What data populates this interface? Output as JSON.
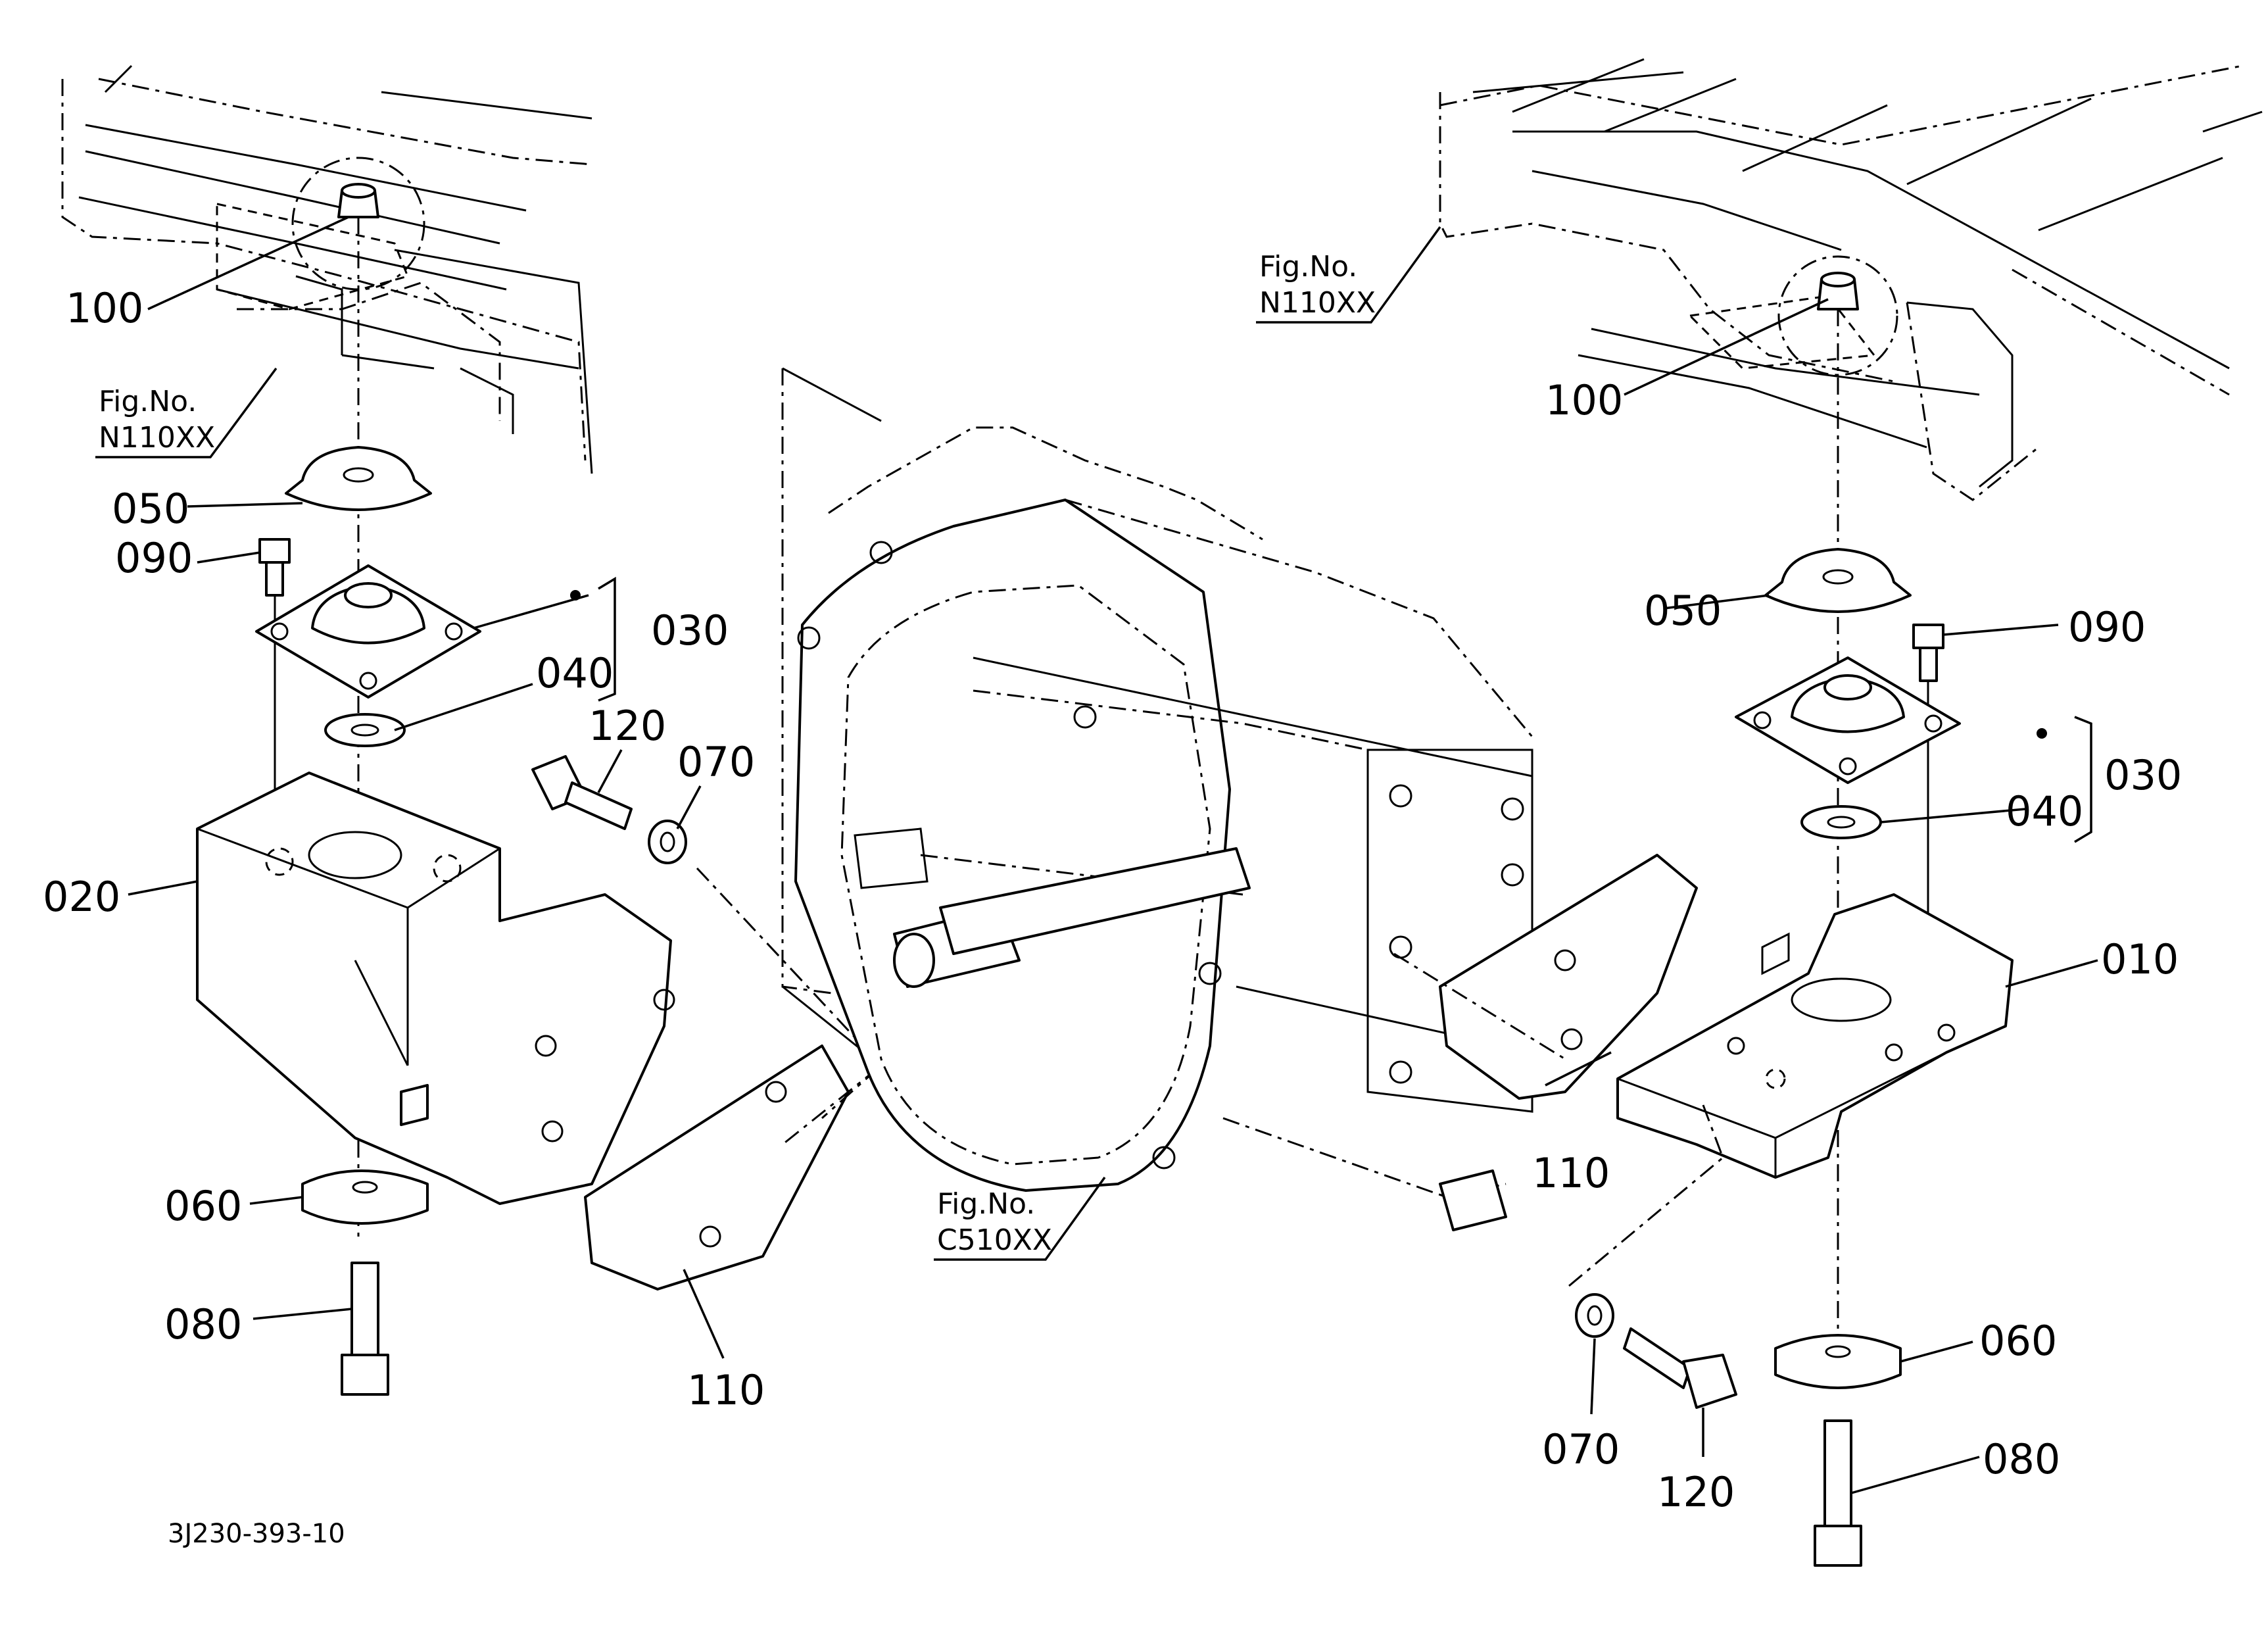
{
  "figure": {
    "code": "3J230-393-10",
    "fig_refs": {
      "left_frame": {
        "line1": "Fig.No.",
        "line2": "N110XX"
      },
      "right_frame": {
        "line1": "Fig.No.",
        "line2": "N110XX"
      },
      "transmission": {
        "line1": "Fig.No.",
        "line2": "C510XX"
      }
    },
    "callouts": {
      "left": {
        "p100": "100",
        "p050": "050",
        "p090": "090",
        "p030": "030",
        "p040": "040",
        "p120": "120",
        "p070": "070",
        "p020": "020",
        "p060": "060",
        "p080": "080",
        "p110": "110"
      },
      "right": {
        "p100": "100",
        "p050": "050",
        "p090": "090",
        "p030": "030",
        "p040": "040",
        "p010": "010",
        "p110": "110",
        "p060": "060",
        "p070": "070",
        "p120": "120",
        "p080": "080"
      }
    }
  }
}
